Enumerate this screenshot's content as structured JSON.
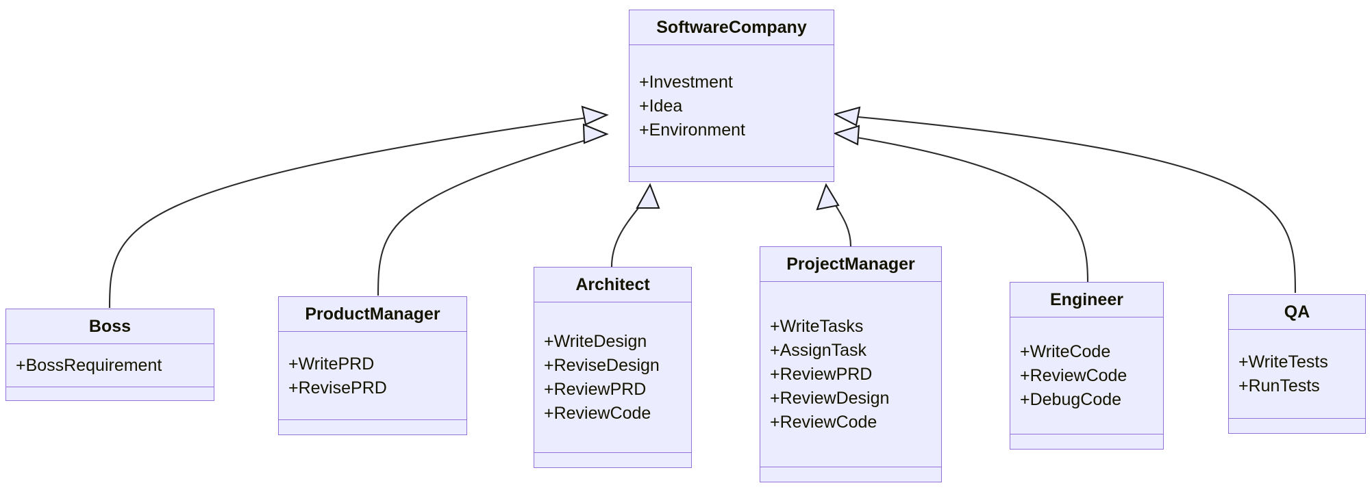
{
  "diagram": {
    "kind": "uml-class-diagram",
    "title": "",
    "colors": {
      "node_fill": "#ECECFF",
      "node_border": "#9370DB",
      "edge_stroke": "#2b2b2b",
      "text": "#131300",
      "background": "#ffffff"
    },
    "relationship_type": "generalization",
    "classes": [
      {
        "id": "software-company",
        "name": "SoftwareCompany",
        "attributes": [
          "+Investment",
          "+Idea",
          "+Environment"
        ],
        "methods": []
      },
      {
        "id": "boss",
        "name": "Boss",
        "attributes": [
          "+BossRequirement"
        ],
        "methods": []
      },
      {
        "id": "product-manager",
        "name": "ProductManager",
        "attributes": [
          "+WritePRD",
          "+RevisePRD"
        ],
        "methods": []
      },
      {
        "id": "architect",
        "name": "Architect",
        "attributes": [
          "+WriteDesign",
          "+ReviseDesign",
          "+ReviewPRD",
          "+ReviewCode"
        ],
        "methods": []
      },
      {
        "id": "project-manager",
        "name": "ProjectManager",
        "attributes": [
          "+WriteTasks",
          "+AssignTask",
          "+ReviewPRD",
          "+ReviewDesign",
          "+ReviewCode"
        ],
        "methods": []
      },
      {
        "id": "engineer",
        "name": "Engineer",
        "attributes": [
          "+WriteCode",
          "+ReviewCode",
          "+DebugCode"
        ],
        "methods": []
      },
      {
        "id": "qa",
        "name": "QA",
        "attributes": [
          "+WriteTests",
          "+RunTests"
        ],
        "methods": []
      }
    ],
    "edges": [
      {
        "from": "boss",
        "to": "software-company",
        "type": "generalization"
      },
      {
        "from": "product-manager",
        "to": "software-company",
        "type": "generalization"
      },
      {
        "from": "architect",
        "to": "software-company",
        "type": "generalization"
      },
      {
        "from": "project-manager",
        "to": "software-company",
        "type": "generalization"
      },
      {
        "from": "engineer",
        "to": "software-company",
        "type": "generalization"
      },
      {
        "from": "qa",
        "to": "software-company",
        "type": "generalization"
      }
    ]
  }
}
